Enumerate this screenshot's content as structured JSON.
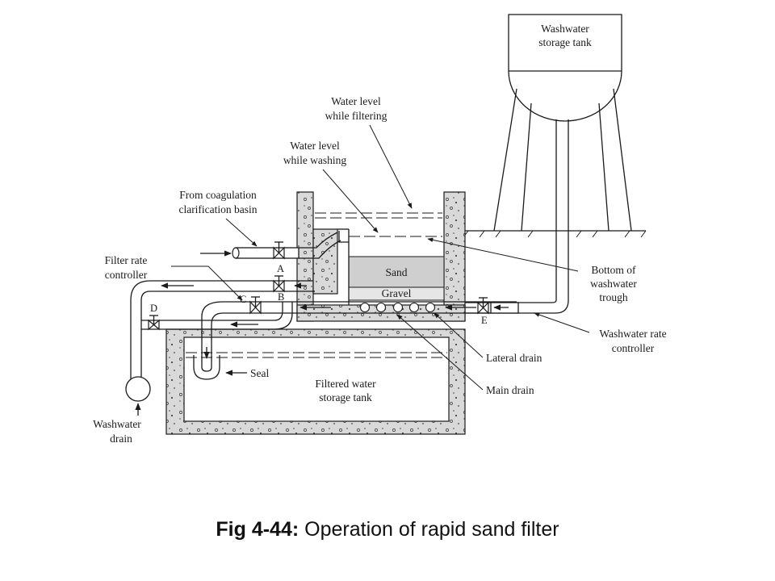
{
  "labels": {
    "washwater_storage_tank_1": "Washwater",
    "washwater_storage_tank_2": "storage tank",
    "water_level_filtering_1": "Water level",
    "water_level_filtering_2": "while filtering",
    "water_level_washing_1": "Water level",
    "water_level_washing_2": "while washing",
    "from_coagulation_1": "From coagulation",
    "from_coagulation_2": "clarification basin",
    "filter_rate_controller_1": "Filter rate",
    "filter_rate_controller_2": "controller",
    "valve_a": "A",
    "valve_b": "B",
    "valve_c": "C",
    "valve_d": "D",
    "valve_e": "E",
    "sand": "Sand",
    "gravel": "Gravel",
    "bottom_trough_1": "Bottom of",
    "bottom_trough_2": "washwater",
    "bottom_trough_3": "trough",
    "washwater_rate_controller_1": "Washwater rate",
    "washwater_rate_controller_2": "controller",
    "lateral_drain": "Lateral drain",
    "main_drain": "Main drain",
    "seal": "Seal",
    "filtered_water_tank_1": "Filtered water",
    "filtered_water_tank_2": "storage tank",
    "washwater_drain_1": "Washwater",
    "washwater_drain_2": "drain"
  },
  "caption": {
    "figure_number": "Fig 4-44:",
    "title": "Operation of rapid sand filter"
  }
}
